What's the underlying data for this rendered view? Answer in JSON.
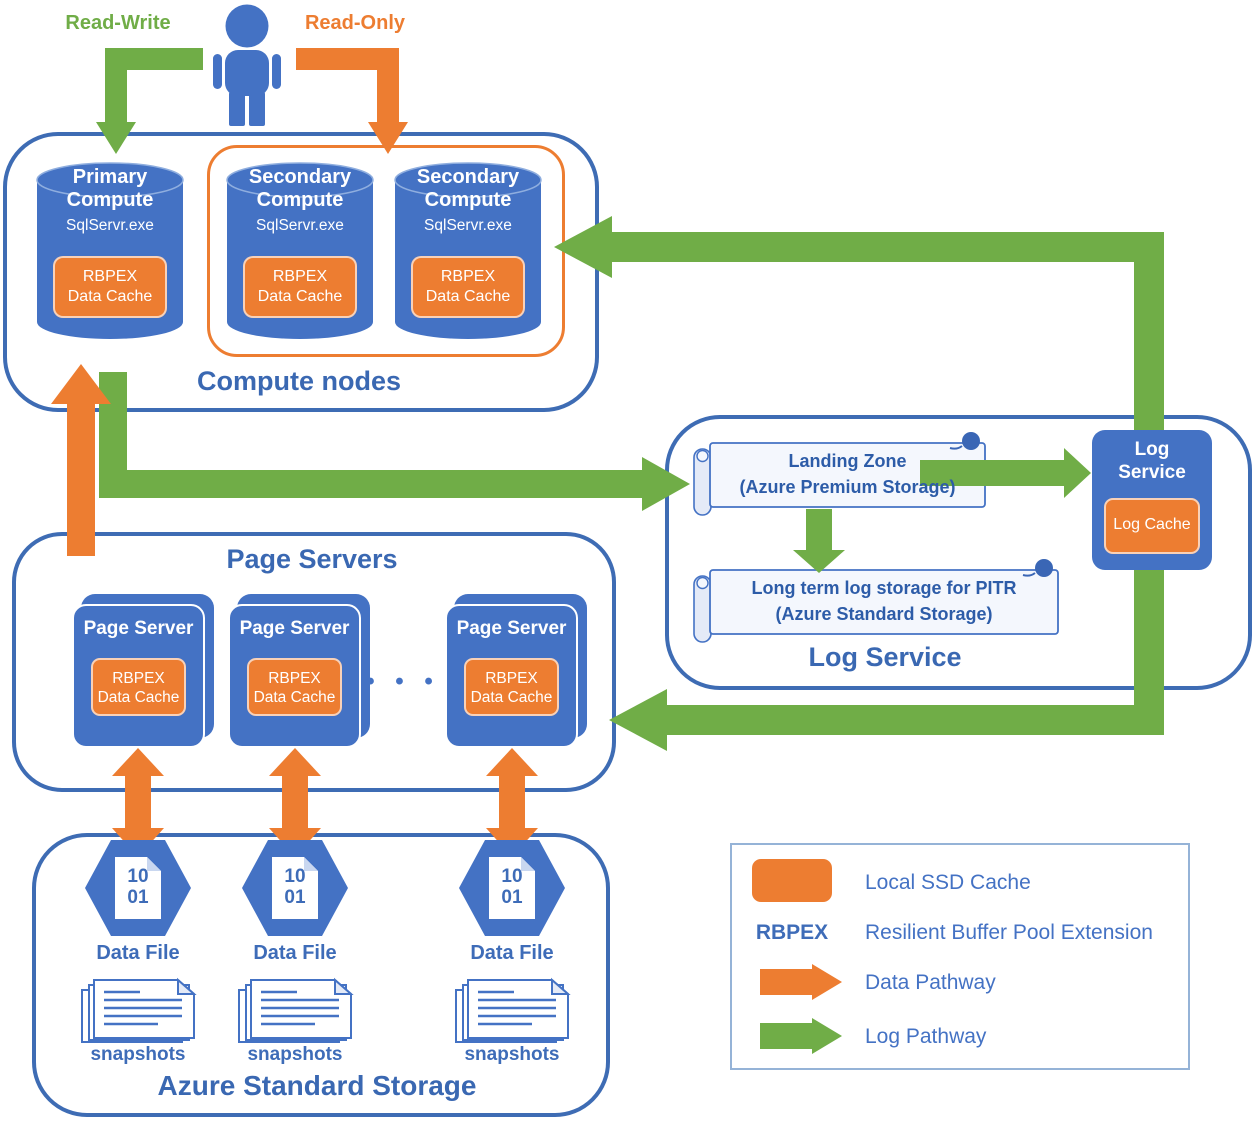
{
  "colors": {
    "blue": "#4472C4",
    "border_blue": "#3E6CB4",
    "title_blue": "#3A68B2",
    "dark_text_blue": "#2D5CA8",
    "green": "#70AD47",
    "orange": "#ED7D31"
  },
  "top": {
    "read_write": "Read-Write",
    "read_only": "Read-Only"
  },
  "compute": {
    "title": "Compute nodes",
    "nodes": [
      {
        "title1": "Primary",
        "title2": "Compute",
        "process": "SqlServr.exe",
        "cache1": "RBPEX",
        "cache2": "Data Cache"
      },
      {
        "title1": "Secondary",
        "title2": "Compute",
        "process": "SqlServr.exe",
        "cache1": "RBPEX",
        "cache2": "Data Cache"
      },
      {
        "title1": "Secondary",
        "title2": "Compute",
        "process": "SqlServr.exe",
        "cache1": "RBPEX",
        "cache2": "Data Cache"
      }
    ]
  },
  "page_servers": {
    "title": "Page Servers",
    "ellipsis": "• • •",
    "cards": [
      {
        "title": "Page Server",
        "cache1": "RBPEX",
        "cache2": "Data Cache"
      },
      {
        "title": "Page Server",
        "cache1": "RBPEX",
        "cache2": "Data Cache"
      },
      {
        "title": "Page Server",
        "cache1": "RBPEX",
        "cache2": "Data Cache"
      }
    ]
  },
  "storage": {
    "title": "Azure Standard Storage",
    "items": [
      {
        "doc_line1": "10",
        "doc_line2": "01",
        "label": "Data File",
        "sub": "snapshots"
      },
      {
        "doc_line1": "10",
        "doc_line2": "01",
        "label": "Data File",
        "sub": "snapshots"
      },
      {
        "doc_line1": "10",
        "doc_line2": "01",
        "label": "Data File",
        "sub": "snapshots"
      }
    ]
  },
  "log": {
    "title": "Log Service",
    "landing_line1": "Landing Zone",
    "landing_line2": "(Azure Premium Storage)",
    "longterm_line1": "Long term log storage for PITR",
    "longterm_line2": "(Azure Standard Storage)",
    "service_line1": "Log",
    "service_line2": "Service",
    "cache": "Log Cache"
  },
  "legend": {
    "ssd": "Local SSD Cache",
    "rbpex_abbr": "RBPEX",
    "rbpex_full": "Resilient Buffer Pool Extension",
    "data_pathway": "Data Pathway",
    "log_pathway": "Log Pathway"
  }
}
